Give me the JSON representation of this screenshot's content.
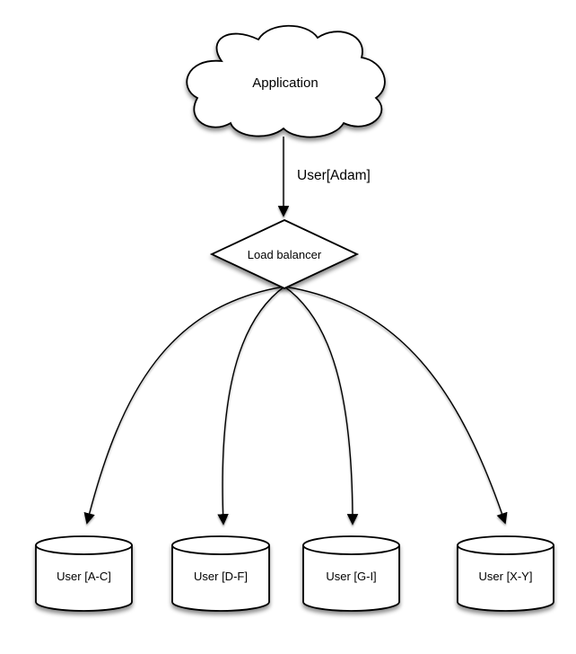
{
  "page": {
    "background_color": "#ffffff"
  },
  "diagram": {
    "stroke_color": "#000000",
    "shape_fill_color": "#ffffff",
    "text_color": "#000000",
    "nodes": {
      "application": {
        "label": "Application",
        "shape": "cloud"
      },
      "load_balancer": {
        "label": "Load balancer",
        "shape": "diamond"
      },
      "shards": [
        {
          "label": "User [A-C]",
          "shape": "cylinder"
        },
        {
          "label": "User [D-F]",
          "shape": "cylinder"
        },
        {
          "label": "User [G-I]",
          "shape": "cylinder"
        },
        {
          "label": "User [X-Y]",
          "shape": "cylinder"
        }
      ]
    },
    "edges": {
      "app_to_lb": {
        "label": "User[Adam]",
        "from": "application",
        "to": "load_balancer"
      },
      "lb_to_shards": [
        {
          "from": "load_balancer",
          "to": "User [A-C]"
        },
        {
          "from": "load_balancer",
          "to": "User [D-F]"
        },
        {
          "from": "load_balancer",
          "to": "User [G-I]"
        },
        {
          "from": "load_balancer",
          "to": "User [X-Y]"
        }
      ]
    }
  }
}
